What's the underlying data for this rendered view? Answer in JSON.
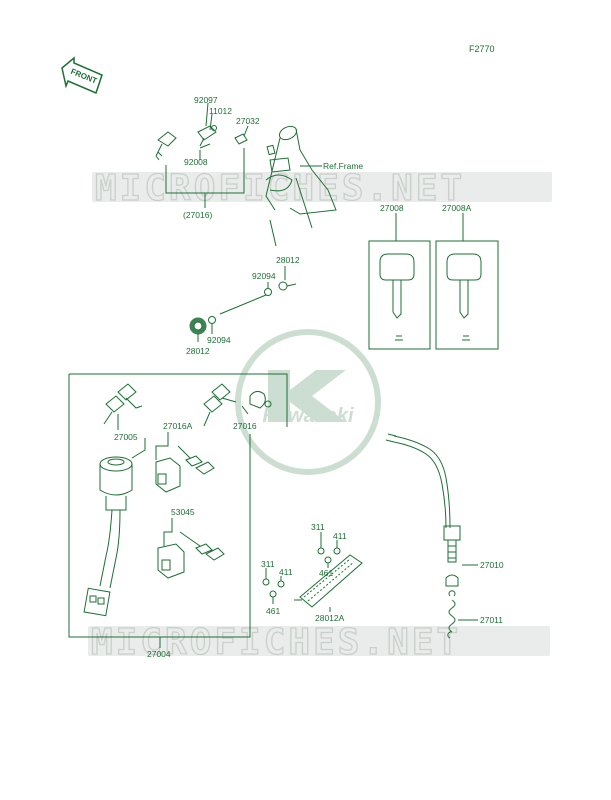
{
  "figure_code": "F2770",
  "front_label": "FRONT",
  "watermarks": [
    "MICROFICHES.NET",
    "MICROFICHES.NET"
  ],
  "logo": {
    "text": "Kawasaki",
    "color": "#1d6f35"
  },
  "colors": {
    "ink": "#1d6f35",
    "watermark": "#c9cfcb",
    "background": "#ffffff"
  },
  "parts": {
    "p92097": "92097",
    "p11012": "11012",
    "p27032": "27032",
    "p92008": "92008",
    "p27016_group": "(27016)",
    "ref_frame": "Ref.Frame",
    "p27008": "27008",
    "p27008A": "27008A",
    "p28012_top": "28012",
    "p92094_top": "92094",
    "p92094_bot": "92094",
    "p28012_bot": "28012",
    "p27016A": "27016A",
    "p27005": "27005",
    "p27016": "27016",
    "p53045": "53045",
    "p27004": "27004",
    "p311_a": "311",
    "p411_a": "411",
    "p461_a": "461",
    "p311_b": "311",
    "p411_b": "411",
    "p461_b": "461",
    "p28012A": "28012A",
    "p27010": "27010",
    "p27011": "27011"
  }
}
